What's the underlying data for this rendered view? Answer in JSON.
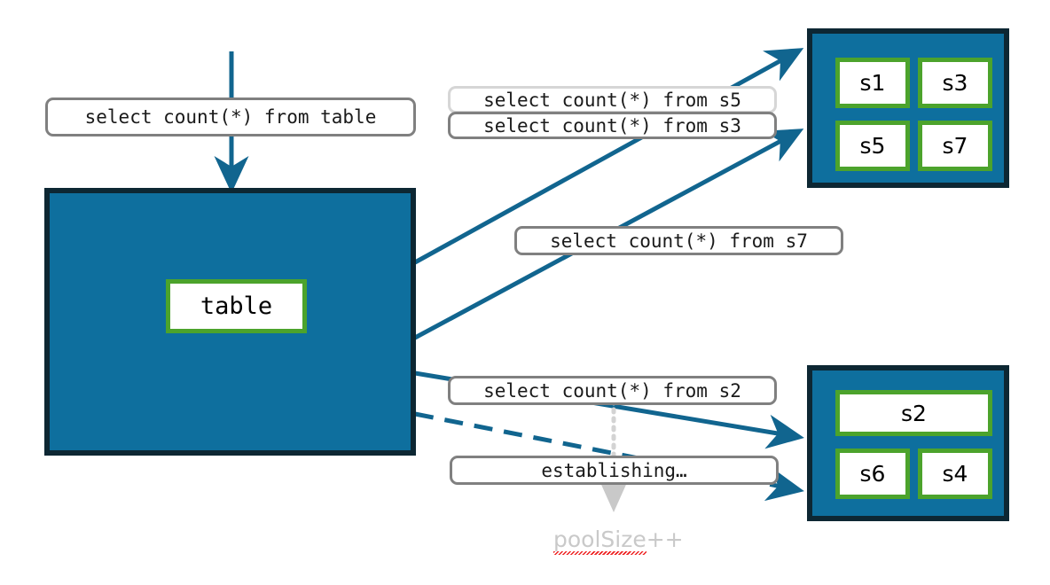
{
  "diagram": {
    "title": "sharded table query fan-out",
    "colors": {
      "node_fill": "#0E6F9E",
      "node_border": "#0D2733",
      "shard_border": "#4CA32C",
      "wire": "#11658F",
      "pill_border": "#808080",
      "pill_border_light": "#D6D6D6",
      "ghost_text": "#C9C9C9",
      "spell_error": "#EE2222"
    }
  },
  "root_query": {
    "label": "select count(*) from table"
  },
  "table_node": {
    "table_label": "table"
  },
  "node_top": {
    "shards": [
      {
        "label": "s1"
      },
      {
        "label": "s3"
      },
      {
        "label": "s5"
      },
      {
        "label": "s7"
      }
    ]
  },
  "node_bottom": {
    "shards": [
      {
        "label": "s2"
      },
      {
        "label": "s6"
      },
      {
        "label": "s4"
      }
    ]
  },
  "queries": {
    "s5": "select count(*) from s5",
    "s3": "select count(*) from s3",
    "s7": "select count(*) from s7",
    "s2": "select count(*) from s2"
  },
  "status": {
    "establishing": "establishing…",
    "pool_size_word": "poolSize",
    "pool_size_suffix": "++"
  }
}
